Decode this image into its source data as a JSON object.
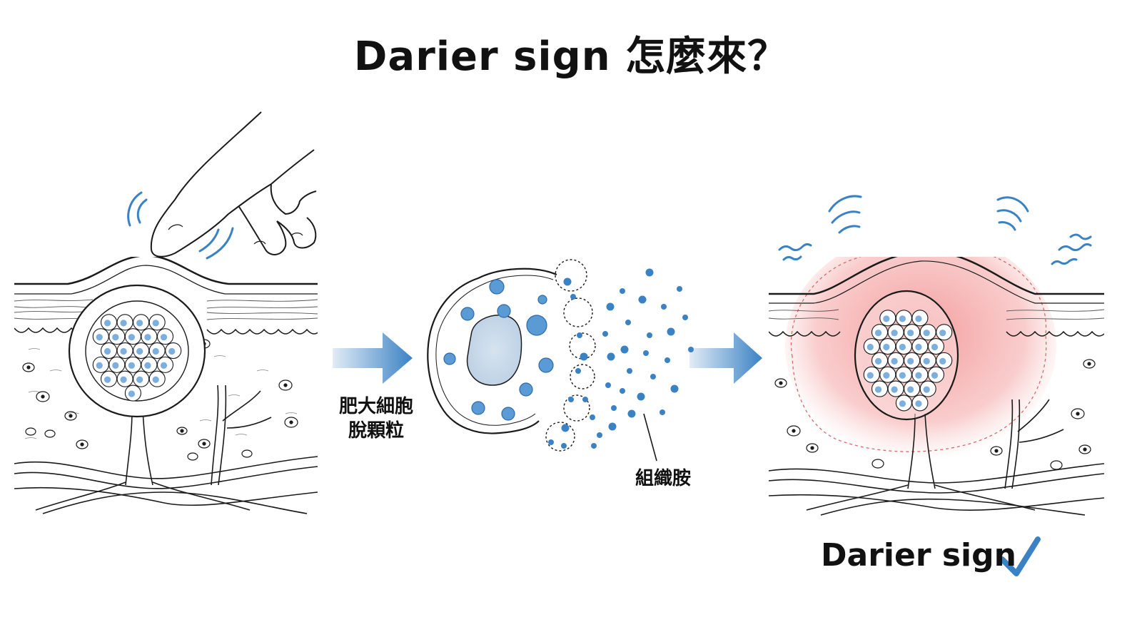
{
  "title": "Darier sign 怎麼來？",
  "step_labels": {
    "mast_cell": [
      "肥大細胞",
      "脫顆粒"
    ],
    "histamine": "組織胺"
  },
  "result_label": "Darier sign",
  "colors": {
    "accent_blue": "#3b82c4",
    "granule_blue": "#5b9bd5",
    "inflammation_red": "#f08a8a",
    "line": "#1a1a1a"
  },
  "icons": [
    "finger-press-illustration",
    "skin-cross-section",
    "mast-cell",
    "histamine-particles",
    "arrow-right-icon",
    "check-icon"
  ]
}
